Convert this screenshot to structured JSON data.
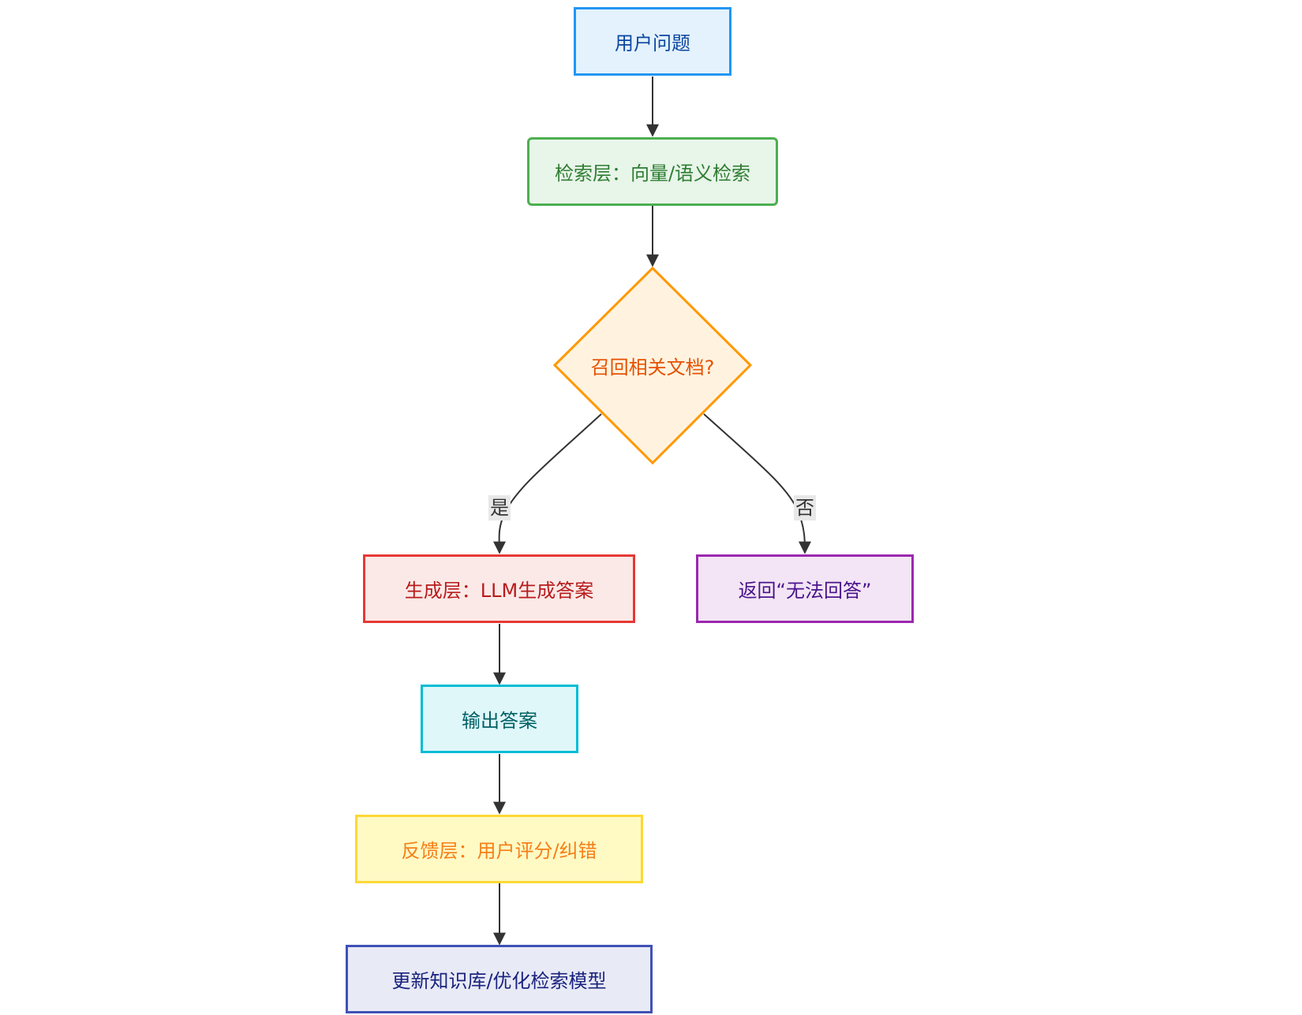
{
  "nodes": {
    "question": {
      "label": "用户问题",
      "fill": "#e3f2fd",
      "stroke": "#2196f3",
      "text": "#0d47a1"
    },
    "retrieval": {
      "label": "检索层：向量/语义检索",
      "fill": "#e8f5e9",
      "stroke": "#4caf50",
      "text": "#2e7d32"
    },
    "decision": {
      "label": "召回相关文档?",
      "fill": "#fff3e0",
      "stroke": "#ff9800",
      "text": "#e65100"
    },
    "generation": {
      "label": "生成层：LLM生成答案",
      "fill": "#fbe9e7",
      "stroke": "#e53935",
      "text": "#b71c1c"
    },
    "cannot_answer": {
      "label": "返回“无法回答”",
      "fill": "#f3e5f5",
      "stroke": "#9c27b0",
      "text": "#4a148c"
    },
    "output": {
      "label": "输出答案",
      "fill": "#e0f7fa",
      "stroke": "#00bcd4",
      "text": "#006064"
    },
    "feedback": {
      "label": "反馈层：用户评分/纠错",
      "fill": "#fff9c4",
      "stroke": "#fdd835",
      "text": "#f57f17"
    },
    "update": {
      "label": "更新知识库/优化检索模型",
      "fill": "#e8eaf6",
      "stroke": "#3f51b5",
      "text": "#1a237e"
    }
  },
  "edge_labels": {
    "yes": "是",
    "no": "否"
  },
  "colors": {
    "edge": "#333333"
  }
}
